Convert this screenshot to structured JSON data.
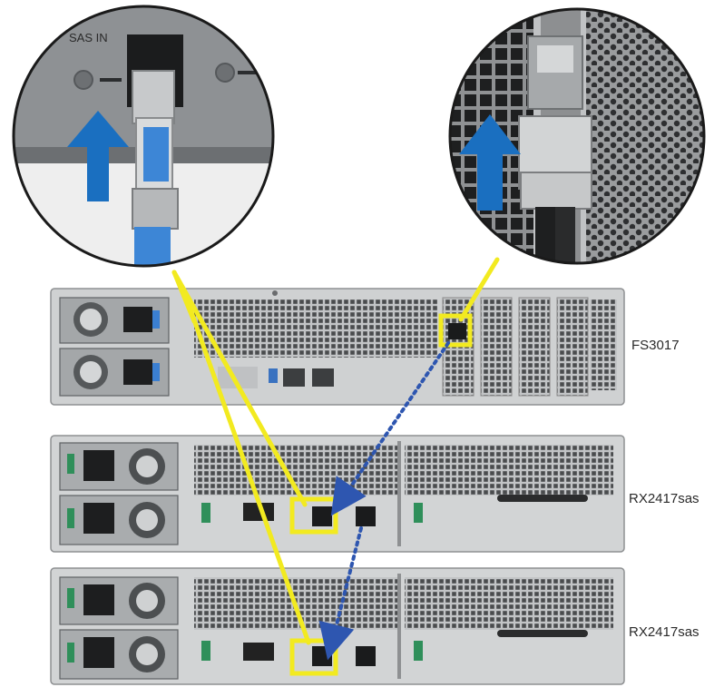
{
  "zoom_left": {
    "port_label": "SAS IN"
  },
  "devices": [
    {
      "label": "FS3017"
    },
    {
      "label": "RX2417sas"
    },
    {
      "label": "RX2417sas"
    }
  ],
  "colors": {
    "highlight": "#f2ea20",
    "arrow": "#1a6fc0",
    "dashed_link": "#2e56b0",
    "chassis": "#d0d2d3",
    "panel": "#9da0a2"
  }
}
